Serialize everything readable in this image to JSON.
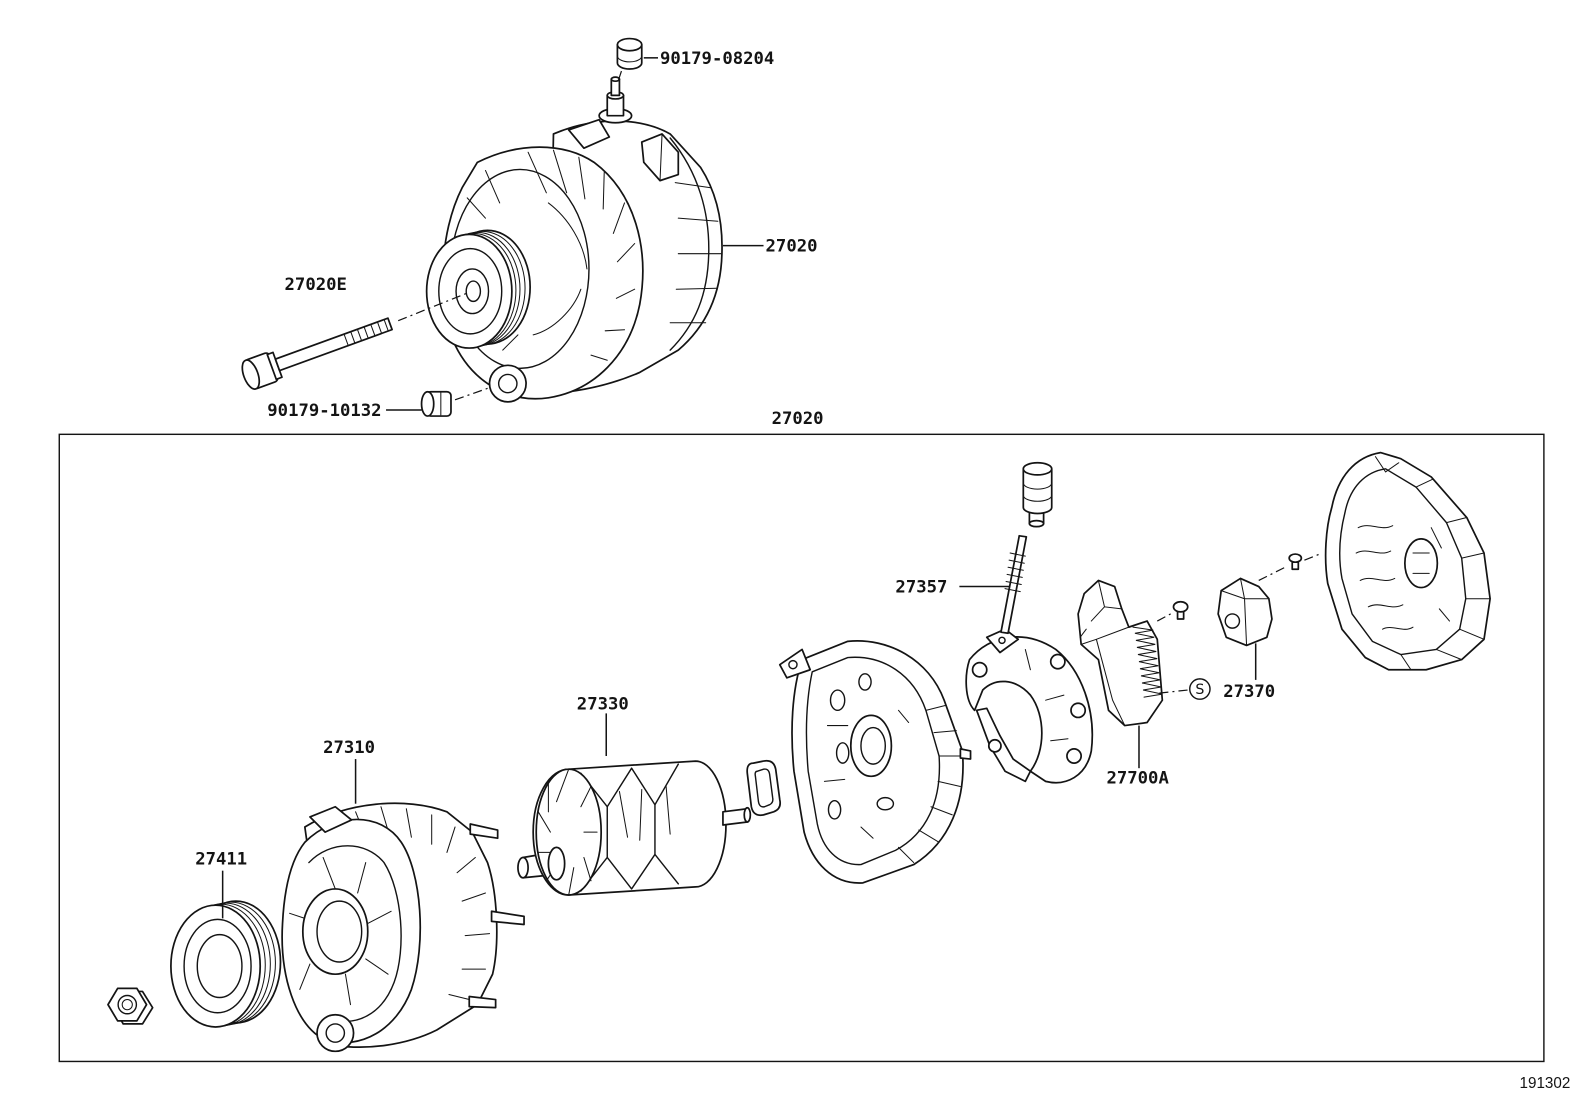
{
  "labels": {
    "nut_top": "90179-08204",
    "alternator_assy": "27020",
    "through_bolt": "27020E",
    "nut_lower": "90179-10132",
    "assembly_box": "27020",
    "terminal_insulator": "27357",
    "rotor": "27330",
    "drive_end_frame": "27310",
    "pulley": "27411",
    "regulator": "27700A",
    "brush_holder_cover": "27370"
  },
  "symbols": {
    "standard_part": "S"
  },
  "figure_id": "191302",
  "colors": {
    "ink": "#141414",
    "background": "#ffffff"
  }
}
